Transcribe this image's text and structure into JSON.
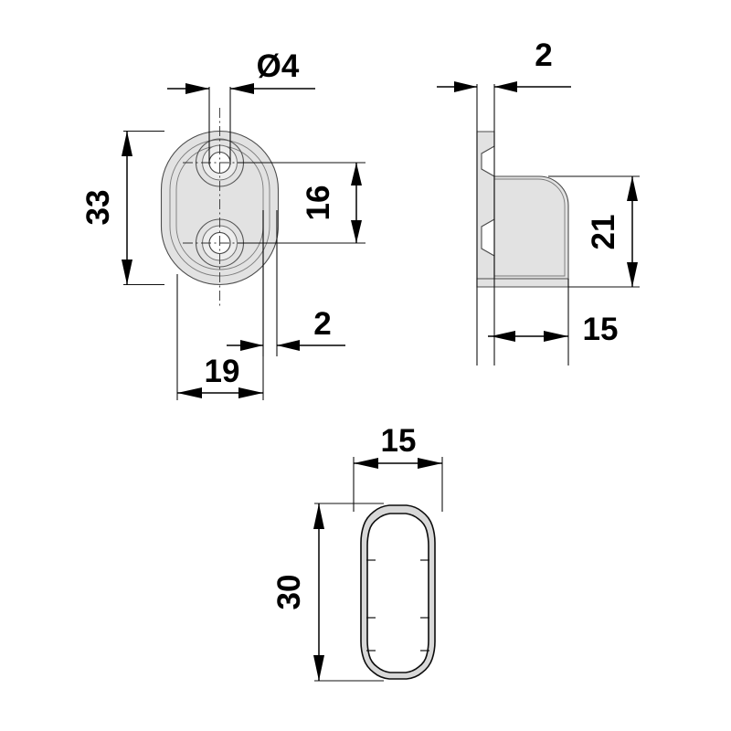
{
  "drawing": {
    "title": "Oval wardrobe tube support bracket - technical drawing",
    "background_color": "#ffffff",
    "line_color": "#000000",
    "part_fill_color": "#e2e2e2",
    "units": "mm"
  },
  "views": [
    {
      "id": "front-view",
      "name": "front-view-oval-plate",
      "description": "Oval mounting plate seen from the front with two countersunk screw holes"
    },
    {
      "id": "side-view",
      "name": "side-view-bracket-profile",
      "description": "Side section profile of the bracket showing wall plate and rounded hook body"
    },
    {
      "id": "section-view",
      "name": "section-view-oval-tube",
      "description": "Oval tube cross section with knurled wall"
    }
  ],
  "dimensions": {
    "hole_diameter": "Ø4",
    "plate_height": "33",
    "hole_spacing": "16",
    "plate_width": "19",
    "edge_offset": "2",
    "wall_thickness": "2",
    "bracket_height": "21",
    "bracket_depth": "15",
    "tube_width": "15",
    "tube_height": "30"
  }
}
